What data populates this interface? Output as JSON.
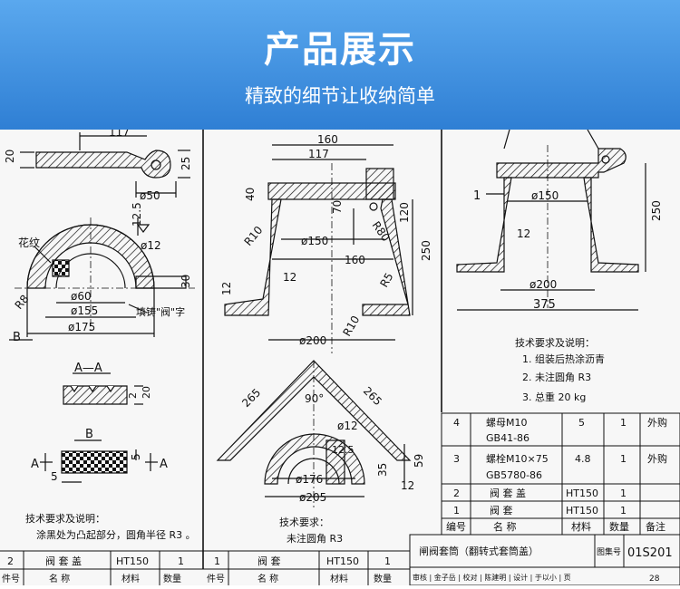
{
  "header": {
    "title": "产品展示",
    "subtitle": "精致的细节让收纳简单"
  },
  "left_part": {
    "dims": {
      "d117": "117",
      "d20": "20",
      "d25": "25",
      "d50": "ø50",
      "d12_5": "12.5",
      "d12": "ø12",
      "d30": "30",
      "d60": "ø60",
      "d155": "ø155",
      "d175": "ø175",
      "r8": "R8"
    },
    "label_pattern": "花纹",
    "label_cast": "填铸\"阀\"字",
    "label_b": "B",
    "section_aa": "A—A",
    "section_b": "B",
    "a_left": "A",
    "a_right": "A",
    "dim5": "5",
    "dim5b": "5",
    "dim20": "20",
    "dim2": "2",
    "notes_title": "技术要求及说明：",
    "notes_body": "涂黑处为凸起部分，圆角半径 R3 。"
  },
  "mid_part": {
    "dims": {
      "d160": "160",
      "d117": "117",
      "d40": "40",
      "d70": "70",
      "d150": "ø150",
      "r10": "R10",
      "r80": "R80",
      "d120": "120",
      "d250": "250",
      "d160b": "160",
      "d12": "12",
      "r5": "R5",
      "d12b": "12",
      "d200": "ø200",
      "r10b": "R10",
      "d265a": "265",
      "d265b": "265",
      "d90": "90°",
      "dia12": "ø12",
      "d12_5": "12.5",
      "d35": "35",
      "d59": "59",
      "d176": "ø176",
      "d205": "ø205",
      "d12c": "12"
    },
    "notes_title": "技术要求：",
    "notes_body": "未注圆角 R3"
  },
  "right_part": {
    "dims": {
      "leader1": "1",
      "d150": "ø150",
      "d250": "250",
      "d12": "12",
      "d200": "ø200",
      "d375": "375"
    },
    "notes": [
      "技术要求及说明：",
      "1. 组装后热涂沥青",
      "2. 未注圆角 R3",
      "3. 总重 20 kg"
    ]
  },
  "parts_table": {
    "rows": [
      {
        "no": "4",
        "name": "螺母M10",
        "std": "GB41-86",
        "mat": "5",
        "qty": "1",
        "note": "外购"
      },
      {
        "no": "3",
        "name": "螺栓M10×75",
        "std": "GB5780-86",
        "mat": "4.8",
        "qty": "1",
        "note": "外购"
      },
      {
        "no": "2",
        "name": "阀 套 盖",
        "std": "",
        "mat": "HT150",
        "qty": "1",
        "note": ""
      },
      {
        "no": "1",
        "name": "阀 套",
        "std": "",
        "mat": "HT150",
        "qty": "1",
        "note": ""
      }
    ],
    "header": {
      "no": "编号",
      "name": "名 称",
      "mat": "材料",
      "qty": "数量",
      "note": "备注"
    }
  },
  "title_block": {
    "title": "闸阀套筒（翻转式套筒盖）",
    "atlas_label": "图集号",
    "atlas_no": "01S201",
    "row_text": "审核 | 金子岳 | 校对 | 陈建明 | 设计 | 于以小 | 页",
    "page": "28"
  },
  "bottom_left": {
    "no": "2",
    "name": "阀 套 盖",
    "mat": "HT150",
    "qty": "1",
    "h_no": "件号",
    "h_name": "名 称",
    "h_mat": "材料",
    "h_qty": "数量"
  },
  "bottom_mid": {
    "no": "1",
    "name": "阀 套",
    "mat": "HT150",
    "qty": "1",
    "h_no": "件号",
    "h_name": "名 称",
    "h_mat": "材料",
    "h_qty": "数量"
  }
}
